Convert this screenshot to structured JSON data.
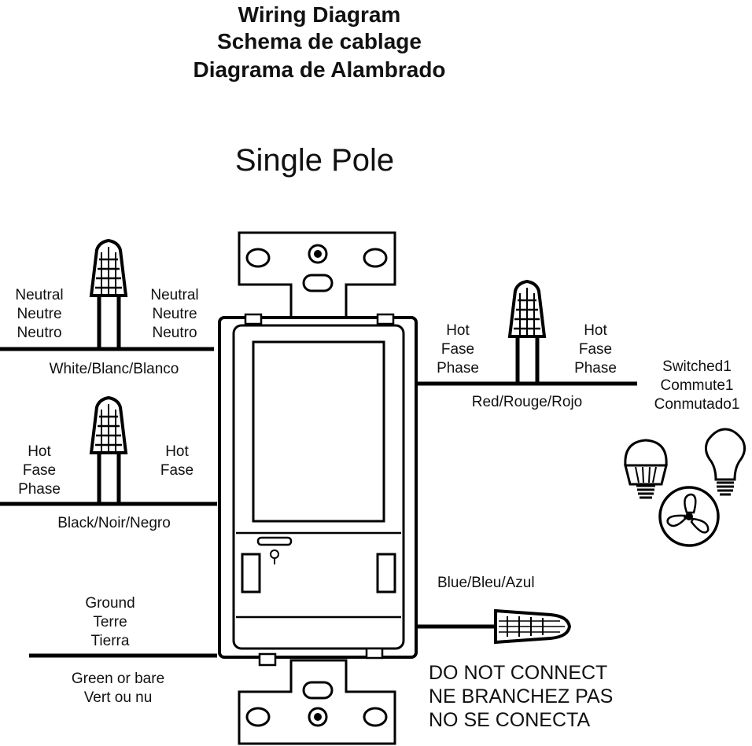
{
  "titles": [
    "Wiring Diagram",
    "Schema de cablage",
    "Diagrama de Alambrado"
  ],
  "subtitle": "Single Pole",
  "neutral": {
    "left": [
      "Neutral",
      "Neutre",
      "Neutro"
    ],
    "right": [
      "Neutral",
      "Neutre",
      "Neutro"
    ],
    "wire": "White/Blanc/Blanco"
  },
  "hot_line": {
    "left": [
      "Hot",
      "Fase",
      "Phase"
    ],
    "right": [
      "Hot",
      "Fase"
    ],
    "wire": "Black/Noir/Negro"
  },
  "ground": {
    "label": [
      "Ground",
      "Terre",
      "Tierra"
    ],
    "wire": [
      "Green or bare",
      "Vert ou nu"
    ]
  },
  "hot_load": {
    "left": [
      "Hot",
      "Fase",
      "Phase"
    ],
    "right": [
      "Hot",
      "Fase",
      "Phase"
    ],
    "wire": "Red/Rouge/Rojo"
  },
  "switched": [
    "Switched1",
    "Commute1",
    "Conmutado1"
  ],
  "blue": {
    "wire": "Blue/Bleu/Azul",
    "warning": [
      "DO NOT CONNECT",
      "NE BRANCHEZ PAS",
      "NO SE CONECTA"
    ]
  },
  "icons": [
    "led-bulb-icon",
    "incandescent-bulb-icon",
    "ceiling-fan-icon"
  ]
}
